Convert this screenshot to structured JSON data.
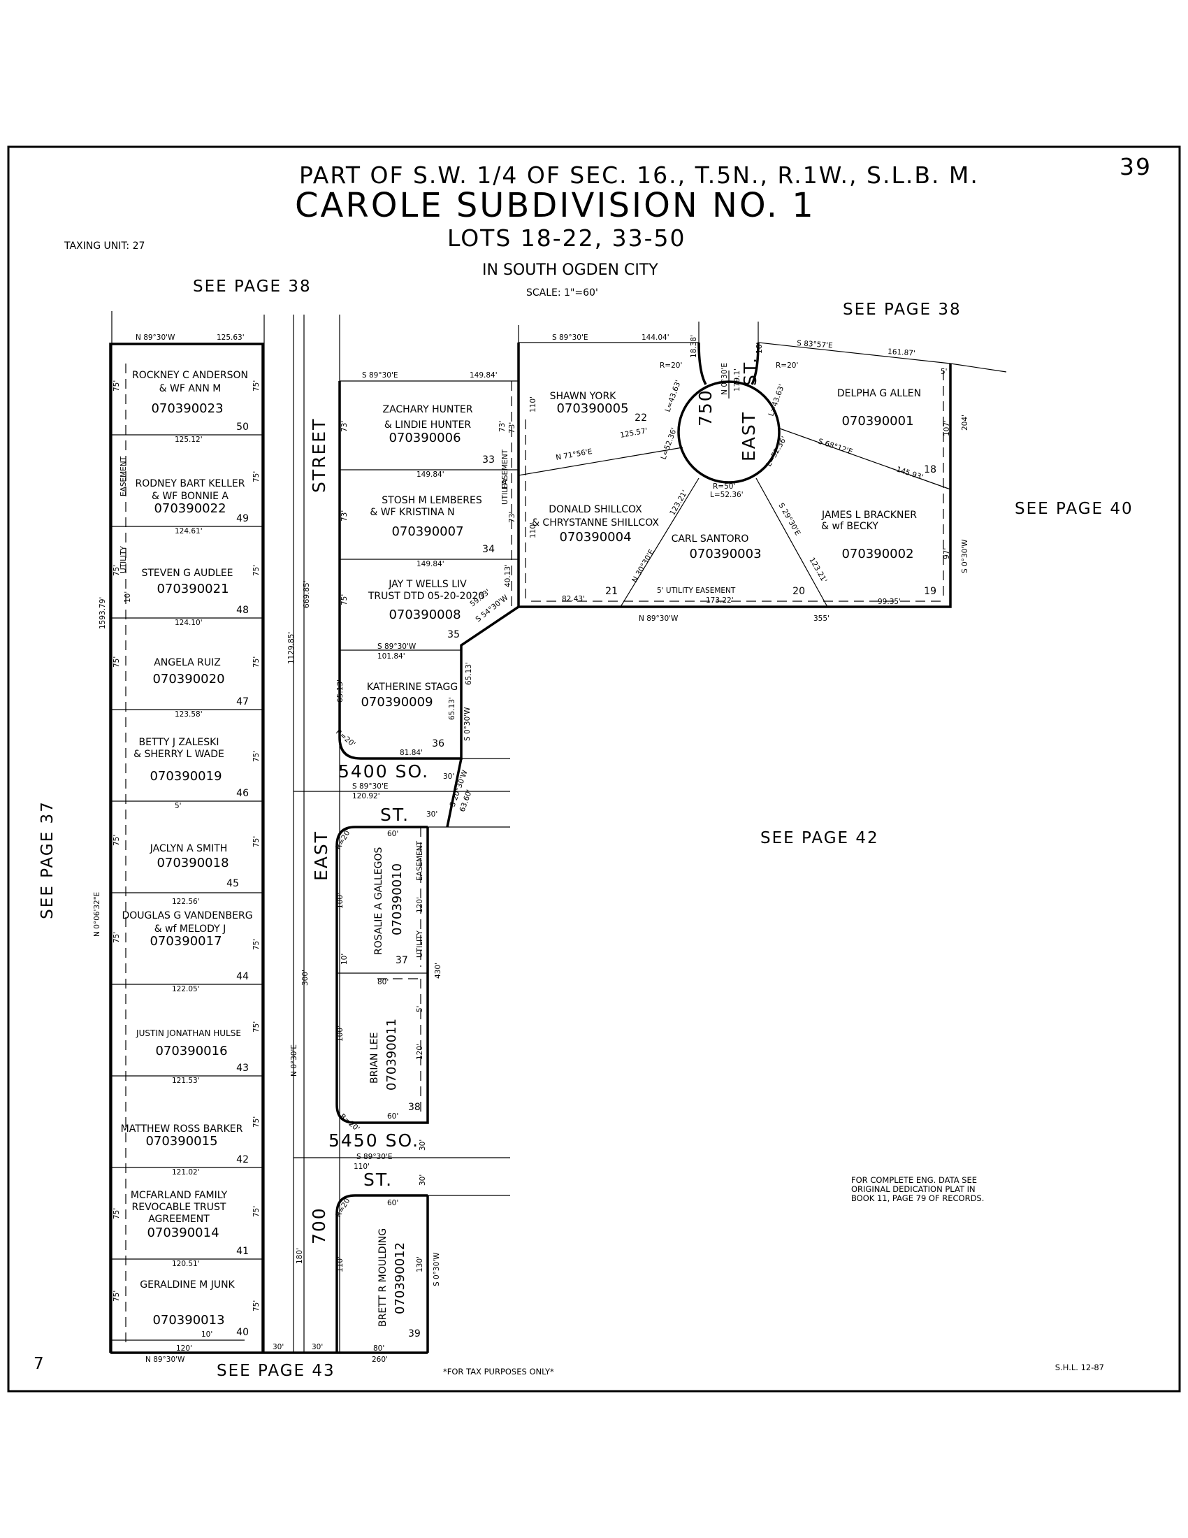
{
  "page_number": "39",
  "title_line": "PART OF S.W. 1/4 OF SEC. 16., T.5N., R.1W., S.L.B.   M.",
  "subdivision_name": "CAROLE SUBDIVISION NO. 1",
  "lots_line": "LOTS 18-22, 33-50",
  "city": "IN SOUTH OGDEN CITY",
  "scale": "SCALE: 1\"=60'",
  "taxing_unit": "TAXING UNIT: 27",
  "see_pages": {
    "top_left": "SEE PAGE 38",
    "top_right": "SEE PAGE 38",
    "right": "SEE PAGE 40",
    "left": "SEE PAGE 37",
    "center_right": "SEE PAGE 42",
    "bottom": "SEE PAGE 43"
  },
  "streets": {
    "street_word": "STREET",
    "east_word": "EAST",
    "seven_hundred": "700",
    "so5400": "5400   SO.",
    "so5450": "5450   SO.",
    "st_word": "ST.",
    "cul_750": "750",
    "cul_east": "EAST",
    "cul_st": "ST."
  },
  "parcels": [
    {
      "owner": [
        "ROCKNEY C ANDERSON",
        "& WF ANN M"
      ],
      "parcel": "070390023",
      "lot": "50"
    },
    {
      "owner": [
        "RODNEY BART KELLER",
        "& WF BONNIE A"
      ],
      "parcel": "070390022",
      "lot": "49"
    },
    {
      "owner": [
        "STEVEN G AUDLEE"
      ],
      "parcel": "070390021",
      "lot": "48"
    },
    {
      "owner": [
        "ANGELA RUIZ"
      ],
      "parcel": "070390020",
      "lot": "47"
    },
    {
      "owner": [
        "BETTY J ZALESKI",
        "& SHERRY L WADE"
      ],
      "parcel": "070390019",
      "lot": "46"
    },
    {
      "owner": [
        "JACLYN A SMITH"
      ],
      "parcel": "070390018",
      "lot": "45"
    },
    {
      "owner": [
        "DOUGLAS G VANDENBERG",
        "& wf MELODY J"
      ],
      "parcel": "070390017",
      "lot": "44"
    },
    {
      "owner": [
        "JUSTIN JONATHAN HULSE"
      ],
      "parcel": "070390016",
      "lot": "43"
    },
    {
      "owner": [
        "MATTHEW ROSS BARKER"
      ],
      "parcel": "070390015",
      "lot": "42"
    },
    {
      "owner": [
        "MCFARLAND FAMILY",
        "REVOCABLE TRUST",
        "AGREEMENT"
      ],
      "parcel": "070390014",
      "lot": "41"
    },
    {
      "owner": [
        "GERALDINE M JUNK"
      ],
      "parcel": "070390013",
      "lot": "40"
    },
    {
      "owner": [
        "ZACHARY HUNTER",
        "& LINDIE HUNTER"
      ],
      "parcel": "070390006",
      "lot": "33"
    },
    {
      "owner": [
        "STOSH M LEMBERES",
        "& WF KRISTINA N"
      ],
      "parcel": "070390007",
      "lot": "34"
    },
    {
      "owner": [
        "JAY T WELLS LIV",
        "TRUST DTD 05-20-2020"
      ],
      "parcel": "070390008",
      "lot": "35"
    },
    {
      "owner": [
        "KATHERINE STAGG"
      ],
      "parcel": "070390009",
      "lot": "36"
    },
    {
      "owner": [
        "SHAWN YORK"
      ],
      "parcel": "070390005",
      "lot": "22"
    },
    {
      "owner": [
        "DONALD SHILLCOX",
        "& CHRYSTANNE SHILLCOX"
      ],
      "parcel": "070390004",
      "lot": "21"
    },
    {
      "owner": [
        "CARL SANTORO"
      ],
      "parcel": "070390003",
      "lot": "20"
    },
    {
      "owner": [
        "JAMES L BRACKNER",
        "& wf BECKY"
      ],
      "parcel": "070390002",
      "lot": "19"
    },
    {
      "owner": [
        "DELPHA G ALLEN"
      ],
      "parcel": "070390001",
      "lot": "18"
    },
    {
      "owner": [
        "ROSALIE A GALLEGOS"
      ],
      "parcel": "070390010",
      "lot": "37"
    },
    {
      "owner": [
        "BRIAN LEE"
      ],
      "parcel": "070390011",
      "lot": "38"
    },
    {
      "owner": [
        "BRETT R MOULDING"
      ],
      "parcel": "070390012",
      "lot": "39"
    }
  ],
  "dims": {
    "top_left": "N 89°30'W",
    "top_len": "125.63'",
    "d1": "125.12'",
    "d2": "124.61'",
    "d3": "124.10'",
    "d4": "123.58'",
    "d5": "5'",
    "d6": "122.56'",
    "d7": "122.05'",
    "d8": "121.53'",
    "d9": "121.02'",
    "d10": "120.51'",
    "v75": "75'",
    "v10": "10'",
    "west_total": "1593.79'",
    "west_bearing": "N 0°06'32\"E",
    "bottom_bearing": "N 89°30'W",
    "bottom_120": "120'",
    "bottom_10": "10'",
    "bottom_30a": "30'",
    "bottom_30b": "30'",
    "street_669": "669.85'",
    "street_1129": "1129.85'",
    "street_300": "300'",
    "street_180": "180'",
    "street_bearing": "N 0°30'E",
    "mid_s8930e": "S 89°30'E",
    "mid_149": "149.84'",
    "mid_73": "73'",
    "mid_75": "75'",
    "s8930w": "S 89°30'W",
    "d10184": "101.84'",
    "d6513": "65.13'",
    "d8184": "81.84'",
    "r20": "R=20'",
    "r20b": "R=20'",
    "s5430w": "S 54°30'W",
    "d5933": "59.33'",
    "d4013": "40.13'",
    "s0030w": "S 0°30'W",
    "d3030": "30'",
    "s2030w": "S 20°30'W",
    "d6360": "63.60'",
    "s8930e_b": "S 89°30'E",
    "d12092": "120.92'",
    "d60": "60'",
    "d100": "100'",
    "d120": "120'",
    "d80": "80'",
    "d430": "430'",
    "d110": "110'",
    "d130": "130'",
    "d260": "260'",
    "d10s": "10'",
    "cul_top": "S 89°30'E",
    "cul_144": "144.04'",
    "cul_1838": "18.38'",
    "cul_110": "110'",
    "cul_n7156e": "N 71°56'E",
    "cul_12557": "125.57'",
    "cul_l4363": "L=43.63'",
    "cul_l5236": "L=52.36'",
    "cul_r50": "R=50'",
    "cul_n030e": "N 0°30'E",
    "cul_1791": "179.1'",
    "cul_12321": "123.21'",
    "cul_n3030e": "N 30°30'E",
    "cul_s2930e": "S 29°30'E",
    "cul_12321b": "123.21'",
    "cul_8243": "82.43'",
    "cul_17322": "173.22'",
    "cul_easement": "5' UTILITY EASEMENT",
    "cul_9935": "99.35'",
    "cul_n8930w": "N 89°30'W",
    "cul_355": "355'",
    "ne_s8357e": "S 83°57'E",
    "ne_16187": "161.87'",
    "ne_s6812e": "S 68°12'E",
    "ne_14593": "145.93'",
    "ne_107": "107'",
    "ne_97": "97'",
    "ne_204": "204'",
    "ne_5": "5'",
    "ne_s030w": "S 0°30'W",
    "l4363b": "L=43.63'",
    "l5236b": "L=52.36'",
    "ne_r20": "R=20'",
    "cul_16": "16'",
    "cul_73b": "73'"
  },
  "easements": {
    "utility": "UTILITY",
    "easement": "EASEMENT"
  },
  "notes": {
    "eng_data": [
      "FOR COMPLETE ENG. DATA SEE",
      "ORIGINAL DEDICATION PLAT IN",
      "BOOK 11, PAGE 79 OF RECORDS."
    ],
    "tax_purposes": "*FOR TAX PURPOSES ONLY*",
    "initials": "S.H.L. 12-87",
    "corner_number": "7"
  }
}
